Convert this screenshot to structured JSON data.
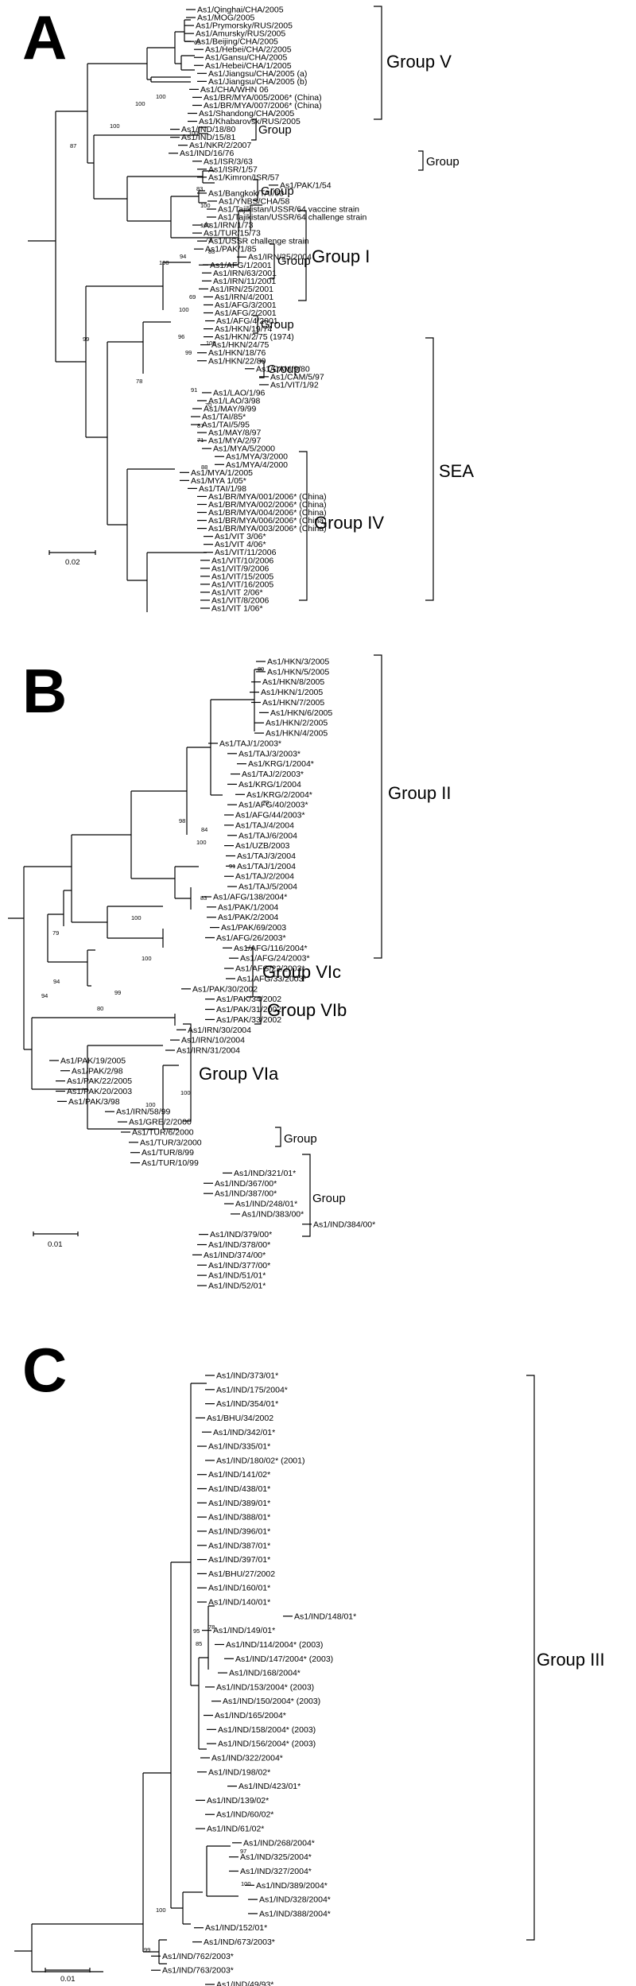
{
  "panels": {
    "A": {
      "letter": "A",
      "scale": "0.02",
      "leaves": [
        "As1/Qinghai/CHA/2005",
        "As1/MOG/2005",
        "As1/Prymorsky/RUS/2005",
        "As1/Amursky/RUS/2005",
        "As1/Beijing/CHA/2005",
        "As1/Hebei/CHA/2/2005",
        "As1/Gansu/CHA/2005",
        "As1/Hebei/CHA/1/2005",
        "As1/Jiangsu/CHA/2005 (a)",
        "As1/Jiangsu/CHA/2005 (b)",
        "As1/CHA/WHN 06",
        "As1/BR/MYA/005/2006* (China)",
        "As1/BR/MYA/007/2006* (China)",
        "As1/Shandong/CHA/2005",
        "As1/Khabarovsk/RUS/2005",
        "As1/IND/18/80",
        "As1/IND/15/81",
        "As1/NKR/2/2007",
        "As1/IND/16/76",
        "As1/ISR/3/63",
        "As1/ISR/1/57",
        "As1/Kimron/ISR/57",
        "As1/PAK/1/54",
        "As1/Bangkok/TAI/60",
        "As1/YNBS/CHA/58",
        "As1/Tajikistan/USSR/64 vaccine strain",
        "As1/Tajikistan/USSR/64 challenge strain",
        "As1/IRN/1/73",
        "As1/TUR/15/73",
        "As1/USSR challenge strain",
        "As1/PAK/1/85",
        "As1/IRN/25/2004",
        "As1/AFG/1/2001",
        "As1/IRN/63/2001",
        "As1/IRN/11/2001",
        "As1/IRN/25/2001",
        "As1/IRN/4/2001",
        "As1/AFG/3/2001",
        "As1/AFG/2/2001",
        "As1/AFG/4/2001",
        "As1/HKN/19/74",
        "As1/HKN/2/75 (1974)",
        "As1/HKN/24/75",
        "As1/HKN/18/76",
        "As1/HKN/22/80",
        "As1/CAM/9/80",
        "As1/CAM/5/97",
        "As1/VIT/1/92",
        "As1/LAO/1/96",
        "As1/LAO/3/98",
        "As1/MAY/9/99",
        "As1/TAI/85*",
        "As1/TAI/5/95",
        "As1/MAY/8/97",
        "As1/MYA/2/97",
        "As1/MYA/5/2000",
        "As1/MYA/3/2000",
        "As1/MYA/4/2000",
        "As1/MYA/1/2005",
        "As1/MYA 1/05*",
        "As1/TAI/1/98",
        "As1/BR/MYA/001/2006* (China)",
        "As1/BR/MYA/002/2006* (China)",
        "As1/BR/MYA/004/2006* (China)",
        "As1/BR/MYA/006/2006* (China)",
        "As1/BR/MYA/003/2006* (China)",
        "As1/VIT 3/06*",
        "As1/VIT 4/06*",
        "As1/VIT/11/2006",
        "As1/VIT/10/2006",
        "As1/VIT/9/2006",
        "As1/VIT/15/2005",
        "As1/VIT/16/2005",
        "As1/VIT 2/06*",
        "As1/VIT/8/2006",
        "As1/VIT 1/06*"
      ],
      "bootstrap": [
        "65",
        "100",
        "100",
        "100",
        "100",
        "87",
        "83",
        "100",
        "100",
        "73",
        "83",
        "94",
        "100",
        "69",
        "100",
        "96",
        "99",
        "100",
        "99",
        "78",
        "91",
        "70",
        "87",
        "71",
        "88"
      ],
      "groups": [
        "Group V",
        "Group",
        "Group",
        "Group",
        "Group I",
        "Group",
        "Group",
        "Group",
        "Group IV",
        "SEA"
      ]
    },
    "B": {
      "letter": "B",
      "scale": "0.01",
      "leaves": [
        "As1/HKN/3/2005",
        "As1/HKN/5/2005",
        "As1/HKN/8/2005",
        "As1/HKN/1/2005",
        "As1/HKN/7/2005",
        "As1/HKN/6/2005",
        "As1/HKN/2/2005",
        "As1/HKN/4/2005",
        "As1/TAJ/1/2003*",
        "As1/TAJ/3/2003*",
        "As1/KRG/1/2004*",
        "As1/TAJ/2/2003*",
        "As1/KRG/1/2004",
        "As1/KRG/2/2004*",
        "As1/AFG/40/2003*",
        "As1/AFG/44/2003*",
        "As1/TAJ/4/2004",
        "As1/TAJ/6/2004",
        "As1/UZB/2003",
        "As1/TAJ/3/2004",
        "As1/TAJ/1/2004",
        "As1/TAJ/2/2004",
        "As1/TAJ/5/2004",
        "As1/AFG/138/2004*",
        "As1/PAK/1/2004",
        "As1/PAK/2/2004",
        "As1/PAK/69/2003",
        "As1/AFG/26/2003*",
        "As1/AFG/116/2004*",
        "As1/AFG/24/2003*",
        "As1/AFG/22/2003*",
        "As1/AFG/33/2003*",
        "As1/PAK/30/2002",
        "As1/PAK/34/2002",
        "As1/PAK/31/2002",
        "As1/PAK/33/2002",
        "As1/IRN/30/2004",
        "As1/IRN/10/2004",
        "As1/IRN/31/2004",
        "As1/PAK/19/2005",
        "As1/PAK/2/98",
        "As1/PAK/22/2005",
        "As1/PAK/20/2003",
        "As1/PAK/3/98",
        "As1/IRN/58/99",
        "As1/GRE/2/2000",
        "As1/TUR/6/2000",
        "As1/TUR/3/2000",
        "As1/TUR/8/99",
        "As1/TUR/10/99",
        "As1/IND/321/01*",
        "As1/IND/367/00*",
        "As1/IND/387/00*",
        "As1/IND/248/01*",
        "As1/IND/383/00*",
        "As1/IND/384/00*",
        "As1/IND/379/00*",
        "As1/IND/378/00*",
        "As1/IND/374/00*",
        "As1/IND/377/00*",
        "As1/IND/51/01*",
        "As1/IND/52/01*"
      ],
      "bootstrap": [
        "89",
        "70",
        "84",
        "100",
        "91",
        "98",
        "83",
        "100",
        "100",
        "79",
        "94",
        "94",
        "99",
        "80",
        "100",
        "100"
      ],
      "groups": [
        "Group II",
        "Group VIc",
        "Group VIb",
        "Group VIa",
        "Group",
        "Group"
      ]
    },
    "C": {
      "letter": "C",
      "scale": "0.01",
      "leaves": [
        "As1/IND/373/01*",
        "As1/IND/175/2004*",
        "As1/IND/354/01*",
        "As1/BHU/34/2002",
        "As1/IND/342/01*",
        "As1/IND/335/01*",
        "As1/IND/180/02* (2001)",
        "As1/IND/141/02*",
        "As1/IND/438/01*",
        "As1/IND/389/01*",
        "As1/IND/388/01*",
        "As1/IND/396/01*",
        "As1/IND/387/01*",
        "As1/IND/397/01*",
        "As1/BHU/27/2002",
        "As1/IND/160/01*",
        "As1/IND/140/01*",
        "As1/IND/148/01*",
        "As1/IND/149/01*",
        "As1/IND/114/2004* (2003)",
        "As1/IND/147/2004* (2003)",
        "As1/IND/168/2004*",
        "As1/IND/153/2004* (2003)",
        "As1/IND/150/2004* (2003)",
        "As1/IND/165/2004*",
        "As1/IND/158/2004* (2003)",
        "As1/IND/156/2004* (2003)",
        "As1/IND/322/2004*",
        "As1/IND/198/02*",
        "As1/IND/423/01*",
        "As1/IND/139/02*",
        "As1/IND/60/02*",
        "As1/IND/61/02*",
        "As1/IND/268/2004*",
        "As1/IND/325/2004*",
        "As1/IND/327/2004*",
        "As1/IND/389/2004*",
        "As1/IND/328/2004*",
        "As1/IND/388/2004*",
        "As1/IND/152/01*",
        "As1/IND/673/2003*",
        "As1/IND/762/2003*",
        "As1/IND/763/2003*",
        "As1/IND/49/93*"
      ],
      "bootstrap": [
        "95",
        "85",
        "78",
        "97",
        "100",
        "100",
        "99"
      ],
      "groups": [
        "Group III"
      ]
    }
  }
}
